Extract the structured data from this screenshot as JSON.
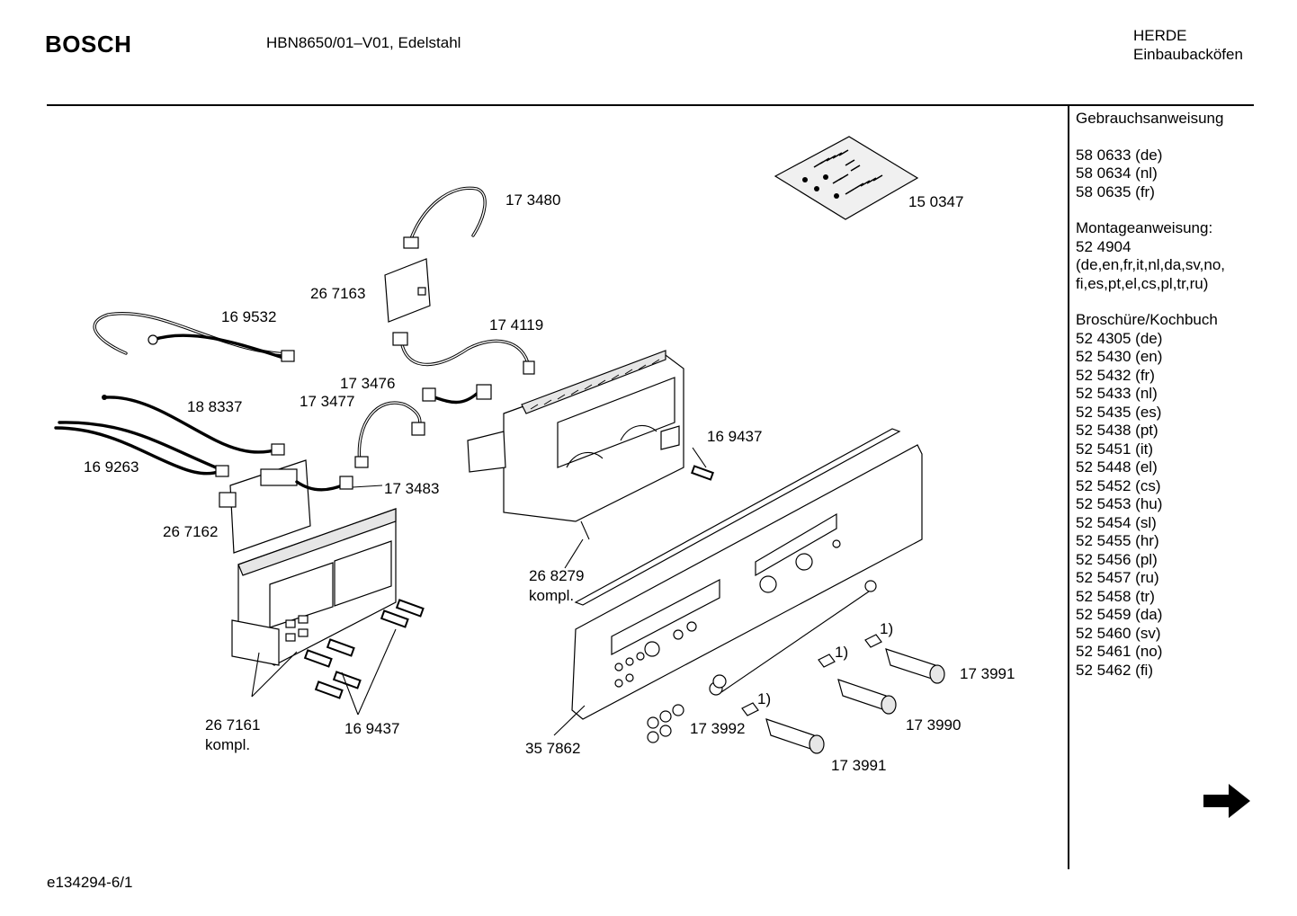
{
  "header": {
    "brand": "BOSCH",
    "model": "HBN8650/01–V01, Edelstahl",
    "category": "HERDE",
    "subcategory": "Einbaubacköfen"
  },
  "sidebar": {
    "blocks": [
      {
        "title": "Gebrauchsanweisung",
        "lines": [
          "58 0633 (de)",
          "58 0634 (nl)",
          "58 0635 (fr)"
        ]
      },
      {
        "title": "Montageanweisung:",
        "lines": [
          "52 4904",
          "(de,en,fr,it,nl,da,sv,no,",
          "fi,es,pt,el,cs,pl,tr,ru)"
        ]
      },
      {
        "title": "Broschüre/Kochbuch",
        "lines": [
          "52 4305 (de)",
          "52 5430 (en)",
          "52 5432 (fr)",
          "52 5433 (nl)",
          "52 5435 (es)",
          "52 5438 (pt)",
          "52 5451 (it)",
          "52 5448 (el)",
          "52 5452 (cs)",
          "52 5453 (hu)",
          "52 5454 (sl)",
          "52 5455 (hr)",
          "52 5456 (pl)",
          "52 5457 (ru)",
          "52 5458 (tr)",
          "52 5459 (da)",
          "52 5460 (sv)",
          "52 5461 (no)",
          "52 5462 (fi)"
        ]
      }
    ]
  },
  "parts": {
    "p173480": "17 3480",
    "p150347": "15 0347",
    "p267163": "26 7163",
    "p169532": "16 9532",
    "p174119": "17 4119",
    "p173476": "17 3476",
    "p173477": "17 3477",
    "p188337": "18 8337",
    "p169437a": "16 9437",
    "p169263": "16 9263",
    "p173483": "17 3483",
    "p267162": "26 7162",
    "p268279": "26 8279",
    "p268279k": "kompl.",
    "p267161": "26 7161",
    "p267161k": "kompl.",
    "p169437b": "16 9437",
    "p357862": "35 7862",
    "p173992": "17 3992",
    "p173991a": "17 3991",
    "p173990": "17 3990",
    "p173991b": "17 3991",
    "note1a": "1)",
    "note1b": "1)",
    "note1c": "1)"
  },
  "footer": {
    "code": "e134294-6/1"
  },
  "icons": {
    "next": "right-arrow-icon"
  }
}
